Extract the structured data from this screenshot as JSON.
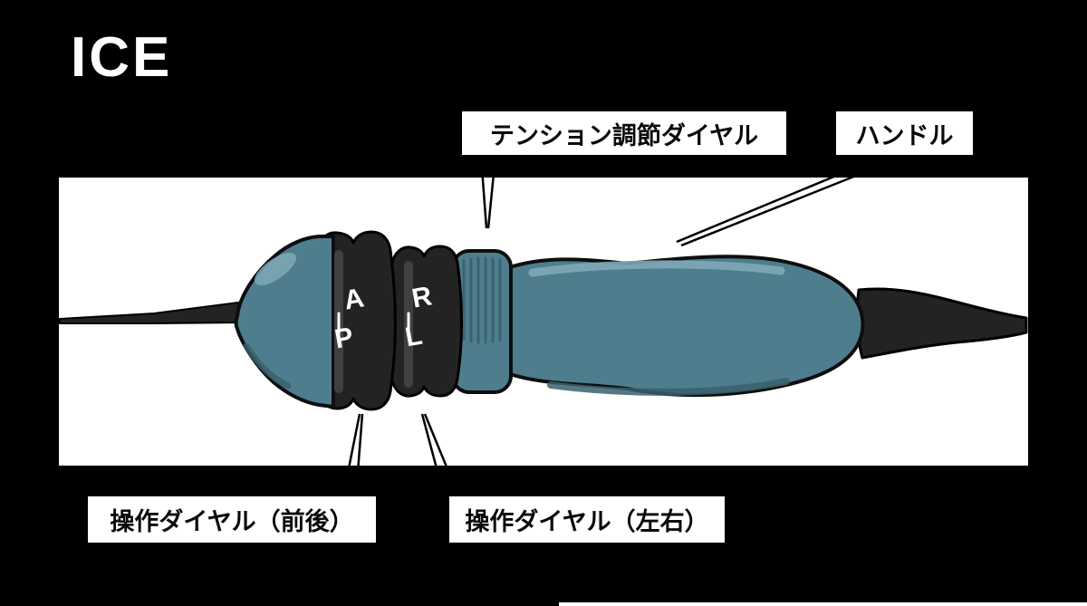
{
  "page": {
    "title": "ICE"
  },
  "labels": {
    "tension_dial": "テンション調節ダイヤル",
    "handle": "ハンドル",
    "control_dial_front_back": "操作ダイヤル（前後）",
    "control_dial_left_right": "操作ダイヤル（左右）"
  },
  "device": {
    "dial_ap_top_letter": "A",
    "dial_ap_bottom_letter": "P",
    "dial_lr_top_letter": "R",
    "dial_lr_bottom_letter": "L"
  },
  "colors": {
    "background": "#000000",
    "panel": "#ffffff",
    "label_box_bg": "#ffffff",
    "label_box_border": "#000000",
    "device_teal": "#4e7e8e",
    "device_teal_highlight": "#7fa9b6",
    "device_teal_shadow": "#39606d",
    "device_dark": "#232323",
    "device_band_gray": "#404040",
    "outline": "#0e0e0e",
    "letter_color": "#ffffff"
  }
}
